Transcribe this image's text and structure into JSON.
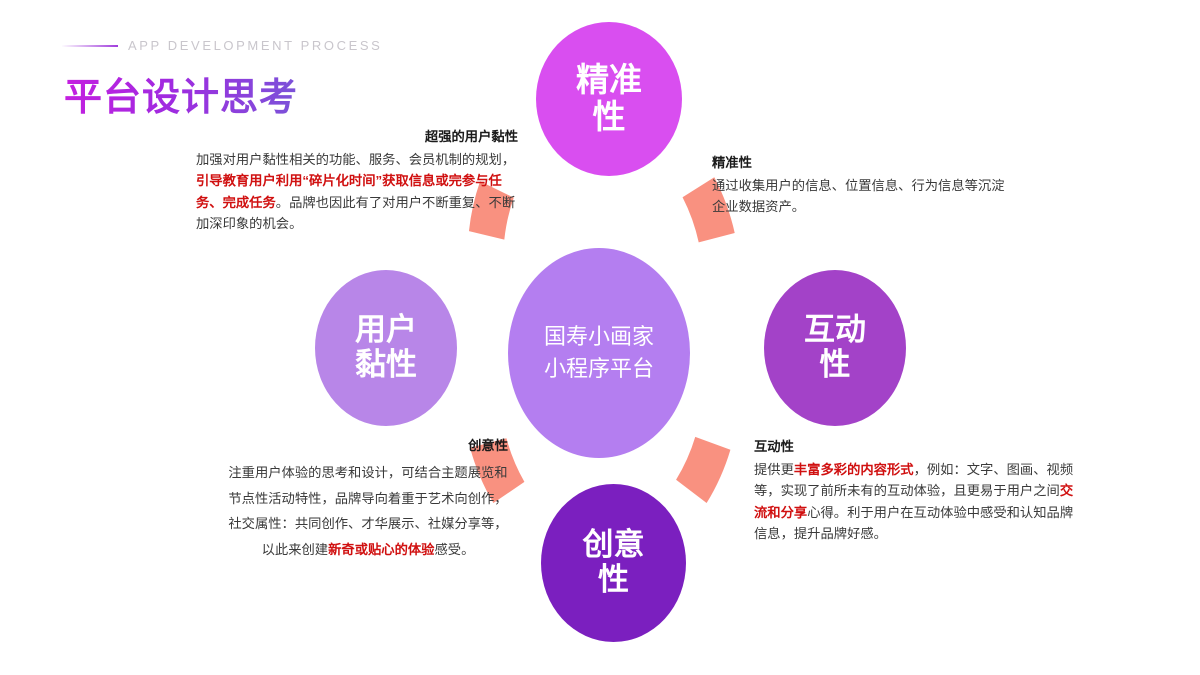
{
  "header": {
    "kicker": "APP DEVELOPMENT PROCESS",
    "title": "平台设计思考"
  },
  "colors": {
    "background": "#ffffff",
    "arc": "#f99180",
    "center_node": "#b47ef0",
    "top_node": "#d94ef0",
    "right_node": "#a342c8",
    "bottom_node": "#7b1fbf",
    "left_node": "#b886e8",
    "highlight_red": "#d01010",
    "title_gradient_from": "#c51fe0",
    "title_gradient_to": "#7a53d8",
    "kicker_text": "#c9c6cc"
  },
  "diagram": {
    "center": {
      "line1": "国寿小画家",
      "line2": "小程序平台"
    },
    "nodes": [
      {
        "id": "precision",
        "line1": "精准",
        "line2": "性"
      },
      {
        "id": "interaction",
        "line1": "互动",
        "line2": "性"
      },
      {
        "id": "creative",
        "line1": "创意",
        "line2": "性"
      },
      {
        "id": "stickiness",
        "line1": "用户",
        "line2": "黏性"
      }
    ]
  },
  "blocks": {
    "stickiness": {
      "heading": "超强的用户黏性",
      "part1": "加强对用户黏性相关的功能、服务、会员机制的规划，",
      "highlight": "引导教育用户利用“碎片化时间”获取信息或完参与任务、完成任务",
      "part2": "。品牌也因此有了对用户不断重复、不断加深印象的机会。"
    },
    "precision": {
      "heading": "精准性",
      "body": "通过收集用户的信息、位置信息、行为信息等沉淀企业数据资产。"
    },
    "interaction": {
      "heading": "互动性",
      "part1": "提供更",
      "highlight1": "丰富多彩的内容形式",
      "part2": "，例如：文字、图画、视频等，实现了前所未有的互动体验，且更易于用户之间",
      "highlight2": "交流和分享",
      "part3": "心得。利于用户在互动体验中感受和认知品牌信息，提升品牌好感。"
    },
    "creative": {
      "heading": "创意性",
      "part1": "注重用户体验的思考和设计，可结合主题展览和节点性活动特性，品牌导向着重于艺术向创作，社交属性：共同创作、才华展示、社媒分享等，以此来创建",
      "highlight": "新奇或贴心的体验",
      "part2": "感受。"
    }
  }
}
